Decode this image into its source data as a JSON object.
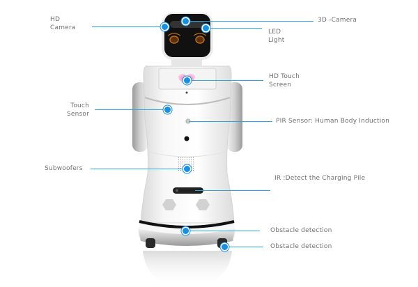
{
  "diagram": {
    "subject": "service robot",
    "accent_color": "#2aa6e0",
    "label_color": "#6f6f6f",
    "callouts": [
      {
        "id": "hd-camera",
        "text_line1": "HD",
        "text_line2": "Camera"
      },
      {
        "id": "3d-camera",
        "text_line1": "3D -Camera"
      },
      {
        "id": "led-light",
        "text_line1": "LED",
        "text_line2": "Light"
      },
      {
        "id": "hd-touch-screen",
        "text_line1": "HD Touch",
        "text_line2": "Screen"
      },
      {
        "id": "touch-sensor",
        "text_line1": "Touch",
        "text_line2": "Sensor"
      },
      {
        "id": "pir-sensor",
        "text_line1": "PIR Sensor: Human Body Induction"
      },
      {
        "id": "subwoofers",
        "text_line1": "Subwoofers"
      },
      {
        "id": "ir-sensor",
        "text_line1": "IR :Detect the Charging Pile"
      },
      {
        "id": "obstacle-detection-1",
        "text_line1": "Obstacle detection"
      },
      {
        "id": "obstacle-detection-2",
        "text_line1": "Obstacle detection"
      }
    ]
  }
}
